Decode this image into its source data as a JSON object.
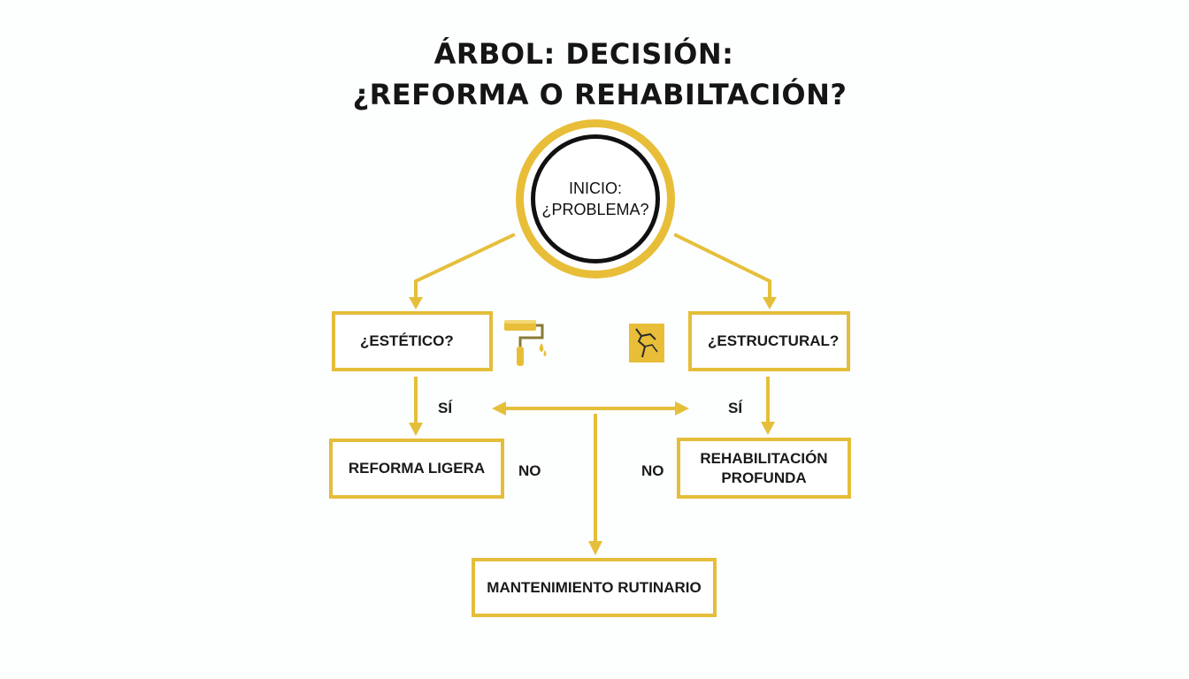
{
  "title": {
    "line1": "ÁRBOL: DECISIÓN:",
    "line2": "¿REFORMA O REHABILTACIÓN?"
  },
  "start_node": {
    "line1": "INICIO:",
    "line2": "¿PROBLEMA?"
  },
  "nodes": {
    "estetico": "¿ESTÉTICO?",
    "estructural": "¿ESTRUCTURAL?",
    "reforma_ligera": "REFORMA LIGERA",
    "rehabilitacion_line1": "REHABILITACIÓN",
    "rehabilitacion_line2": "PROFUNDA",
    "mantenimiento": "MANTENIMIENTO RUTINARIO"
  },
  "edge_labels": {
    "si_left": "SÍ",
    "si_right": "SÍ",
    "no_left": "NO",
    "no_right": "NO"
  },
  "icons": {
    "left": "paint-roller-icon",
    "right": "wall-crack-icon"
  },
  "colors": {
    "accent": "#e8be38",
    "text": "#1a1a1a",
    "ring": "#111111"
  }
}
